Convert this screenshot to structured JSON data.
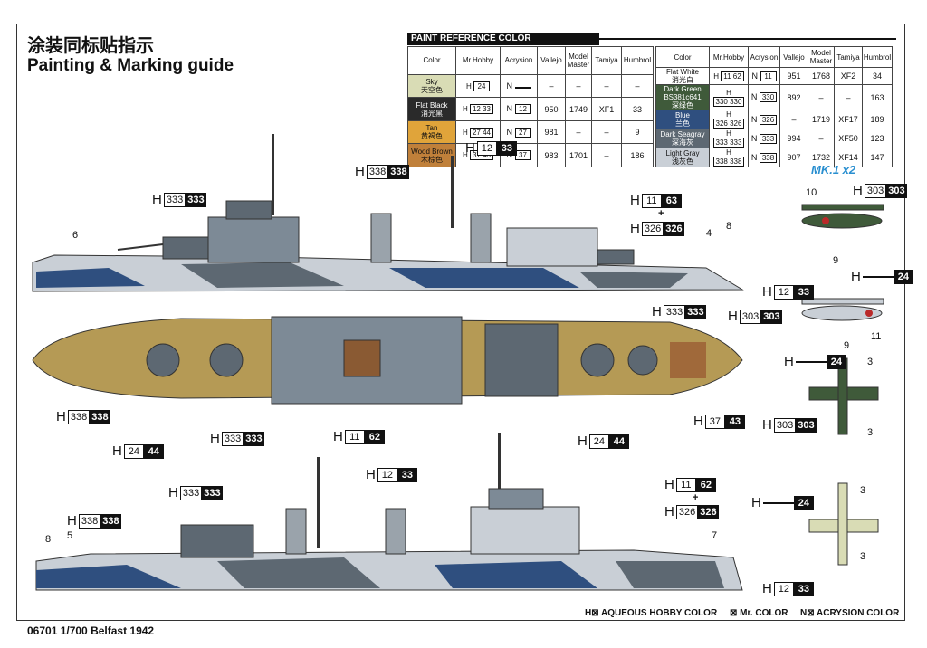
{
  "title_cn": "涂装同标贴指示",
  "title_en": "Painting & Marking guide",
  "paint_reference": {
    "header": "PAINT  REFERENCE COLOR",
    "columns": [
      "Color",
      "Mr.Hobby",
      "Acrysion",
      "Vallejo",
      "Model Master",
      "Tamiya",
      "Humbrol"
    ],
    "left_rows": [
      {
        "name": "Sky",
        "cn": "天空色",
        "swatch": "#d9dcb5",
        "h": "24",
        "n": "",
        "vallejo": "–",
        "mm": "–",
        "tamiya": "–",
        "humbrol": "–"
      },
      {
        "name": "Flat Black",
        "cn": "消光黑",
        "swatch": "#2a2a2a",
        "h": "12 33",
        "n": "12",
        "vallejo": "950",
        "mm": "1749",
        "tamiya": "XF1",
        "humbrol": "33"
      },
      {
        "name": "Tan",
        "cn": "黄褐色",
        "swatch": "#e0a43a",
        "h": "27 44",
        "n": "27",
        "vallejo": "981",
        "mm": "–",
        "tamiya": "–",
        "humbrol": "9"
      },
      {
        "name": "Wood Brown",
        "cn": "木棕色",
        "swatch": "#c0803a",
        "h": "37 43",
        "n": "37",
        "vallejo": "983",
        "mm": "1701",
        "tamiya": "–",
        "humbrol": "186"
      }
    ],
    "right_rows": [
      {
        "name": "Flat White",
        "cn": "消光白",
        "swatch": "#ffffff",
        "h": "11 62",
        "n": "11",
        "vallejo": "951",
        "mm": "1768",
        "tamiya": "XF2",
        "humbrol": "34"
      },
      {
        "name": "Dark Green BS381c641",
        "cn": "深绿色",
        "swatch": "#3f5a3a",
        "h": "330 330",
        "n": "330",
        "vallejo": "892",
        "mm": "–",
        "tamiya": "–",
        "humbrol": "163"
      },
      {
        "name": "Blue",
        "cn": "兰色",
        "swatch": "#2f4f7f",
        "h": "326 326",
        "n": "326",
        "vallejo": "–",
        "mm": "1719",
        "tamiya": "XF17",
        "humbrol": "189"
      },
      {
        "name": "Dark Seagray",
        "cn": "深海灰",
        "swatch": "#5d6872",
        "h": "333 333",
        "n": "333",
        "vallejo": "994",
        "mm": "–",
        "tamiya": "XF50",
        "humbrol": "123"
      },
      {
        "name": "Light Gray",
        "cn": "浅灰色",
        "swatch": "#c9cfd6",
        "h": "338 338",
        "n": "338",
        "vallejo": "907",
        "mm": "1732",
        "tamiya": "XF14",
        "humbrol": "147"
      }
    ]
  },
  "callouts": [
    {
      "w": "12",
      "b": "33"
    },
    {
      "w": "338",
      "b": "338"
    },
    {
      "w": "333",
      "b": "333"
    },
    {
      "w": "11",
      "b": "63"
    },
    {
      "w": "326",
      "b": "326"
    },
    {
      "w": "303",
      "b": "303"
    },
    {
      "w": "",
      "b": "24"
    },
    {
      "w": "12",
      "b": "33"
    },
    {
      "w": "333",
      "b": "333"
    },
    {
      "w": "303",
      "b": "303"
    },
    {
      "w": "",
      "b": "24"
    },
    {
      "w": "338",
      "b": "338"
    },
    {
      "w": "24",
      "b": "44"
    },
    {
      "w": "333",
      "b": "333"
    },
    {
      "w": "11",
      "b": "62"
    },
    {
      "w": "24",
      "b": "44"
    },
    {
      "w": "37",
      "b": "43"
    },
    {
      "w": "303",
      "b": "303"
    },
    {
      "w": "12",
      "b": "33"
    },
    {
      "w": "333",
      "b": "333"
    },
    {
      "w": "338",
      "b": "338"
    },
    {
      "w": "11",
      "b": "62"
    },
    {
      "w": "326",
      "b": "326"
    },
    {
      "w": "",
      "b": "24"
    },
    {
      "w": "12",
      "b": "33"
    }
  ],
  "h_letter": "H",
  "plus": "+",
  "numbers": [
    "6",
    "4",
    "8",
    "10",
    "9",
    "9",
    "11",
    "3",
    "3",
    "8",
    "5",
    "7",
    "3",
    "3"
  ],
  "mk": "MK.1 x2",
  "legend": {
    "aqueous": "H⊠ AQUEOUS HOBBY COLOR",
    "mr": "⊠ Mr. COLOR",
    "acrysion": "N⊠ ACRYSION COLOR"
  },
  "footer": "06701 1/700  Belfast 1942",
  "colors": {
    "deck": "#b59a55",
    "hull_gray": "#c9cfd6",
    "hull_blue": "#2f4f7f",
    "seagray": "#5d6872",
    "mk_blue": "#2a8fd0"
  }
}
